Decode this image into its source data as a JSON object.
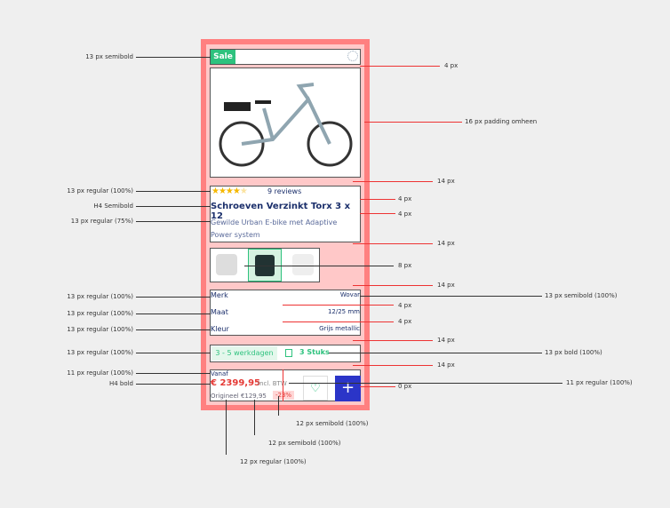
{
  "card": {
    "badge": "Sale",
    "rating": 4,
    "reviews": "9 reviews",
    "title": "Schroeven Verzinkt Torx 3 x 12",
    "description": "Gewilde Urban E-bike met Adaptive Power system",
    "specs": [
      {
        "label": "Merk",
        "value": "Wovar"
      },
      {
        "label": "Maat",
        "value": "12/25 mm"
      },
      {
        "label": "Kleur",
        "value": "Grijs metallic"
      }
    ],
    "delivery": "3 - 5 werkdagen",
    "stock": "3 Stuks",
    "from_label": "Vanaf",
    "price": "€ 2399,95",
    "vat": "Incl. BTW",
    "original": "Origineel €129,95",
    "discount": "-23%",
    "add_label": "+"
  },
  "annotations": {
    "left": [
      "13 px semibold",
      "13 px regular (100%)",
      "H4 Semibold",
      "13 px regular (75%)",
      "13 px regular (100%)",
      "13 px regular (100%)",
      "13 px regular (100%)",
      "13 px regular (100%)",
      "11 px regular (100%)",
      "H4 bold"
    ],
    "right": [
      "4 px",
      "16 px padding omheen",
      "14 px",
      "4 px",
      "4 px",
      "14 px",
      "8 px",
      "14 px",
      "13 px semibold (100%)",
      "4 px",
      "4 px",
      "14 px",
      "13 px bold (100%)",
      "14 px",
      "0 px",
      "11 px regular (100%)"
    ],
    "bottom": [
      "12 px semibold (100%)",
      "12 px semibold (100%)",
      "12 px regular (100%)"
    ]
  },
  "colors": {
    "sale_green": "#2ec27e",
    "price_red": "#e53935",
    "navy": "#1b2f6b",
    "add_blue": "#2b35c8",
    "spacing": "#ff8080"
  }
}
